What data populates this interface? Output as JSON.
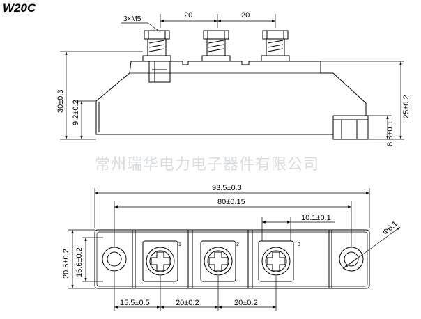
{
  "title": "W20C",
  "watermark": "常州瑞华电力电子器件有限公司",
  "side_view": {
    "screw_label": "3×M5",
    "pitch_1": "20",
    "pitch_2": "20",
    "height_total": "30±0.3",
    "height_base": "9.2±0.2",
    "height_right": "25±0.2",
    "height_step": "8.5±0.1"
  },
  "top_view": {
    "length_total": "93.5±0.3",
    "hole_spacing": "80±0.15",
    "terminal_width": "10.1±0.1",
    "hole_dia": "Φ6.1",
    "width_total": "20.5±0.2",
    "width_inner": "16.6±0.2",
    "offset_first": "15.5±0.5",
    "pitch_1": "20±0.2",
    "pitch_2": "20±0.2",
    "terminal_1": "1",
    "terminal_2": "2",
    "terminal_3": "3"
  },
  "colors": {
    "line": "#000000",
    "watermark": "#d9dcdf"
  }
}
